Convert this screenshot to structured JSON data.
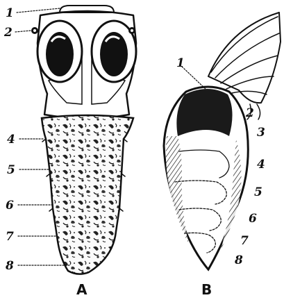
{
  "figure_a": {
    "caption": "A",
    "labels": [
      "1",
      "2",
      "4",
      "5",
      "6",
      "7",
      "8"
    ]
  },
  "figure_b": {
    "caption": "B",
    "labels": [
      "1",
      "2",
      "3",
      "4",
      "5",
      "6",
      "7",
      "8"
    ]
  }
}
